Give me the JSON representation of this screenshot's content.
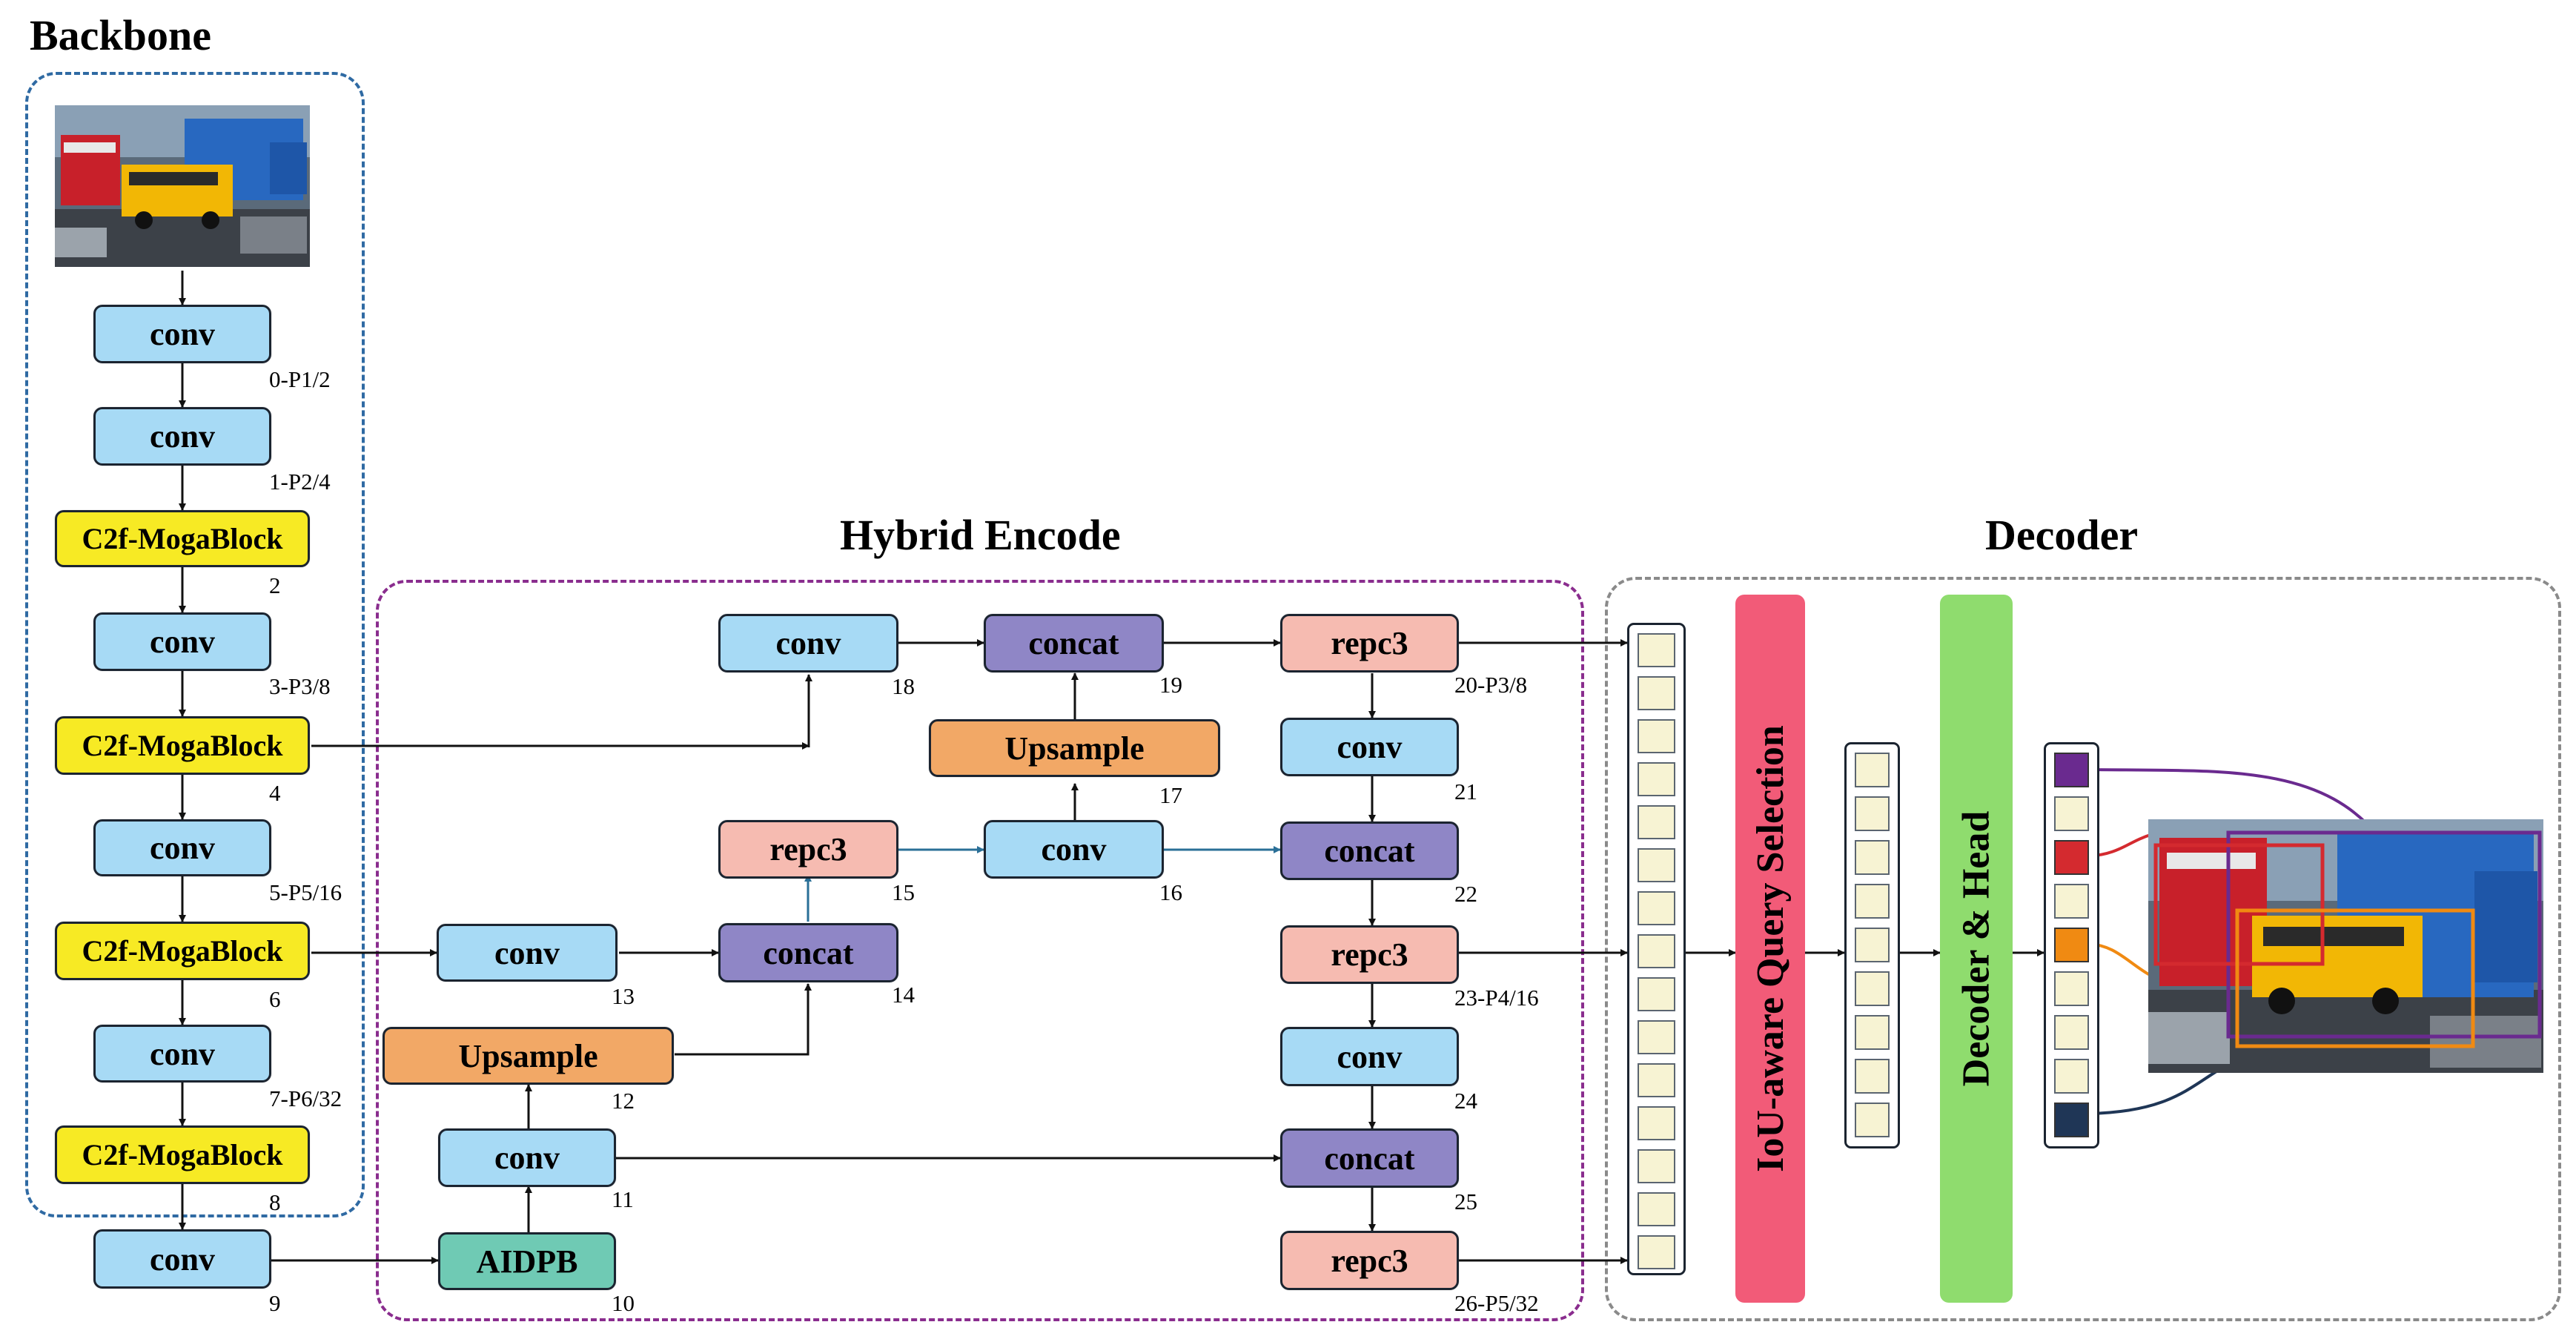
{
  "sections": {
    "backbone": "Backbone",
    "hybrid": "Hybrid Encode",
    "decoder": "Decoder"
  },
  "nodes": {
    "b_conv0": "conv",
    "b_conv1": "conv",
    "b_c2f2": "C2f-MogaBlock",
    "b_conv3": "conv",
    "b_c2f4": "C2f-MogaBlock",
    "b_conv5": "conv",
    "b_c2f6": "C2f-MogaBlock",
    "b_conv7": "conv",
    "b_c2f8": "C2f-MogaBlock",
    "b_conv9": "conv",
    "h_aidpb10": "AIDPB",
    "h_conv11": "conv",
    "h_ups12": "Upsample",
    "h_conv13": "conv",
    "h_concat14": "concat",
    "h_repc3_15": "repc3",
    "h_conv16": "conv",
    "h_ups17": "Upsample",
    "h_conv18": "conv",
    "h_concat19": "concat",
    "h_repc3_20": "repc3",
    "h_conv21": "conv",
    "h_concat22": "concat",
    "h_repc3_23": "repc3",
    "h_conv24": "conv",
    "h_concat25": "concat",
    "h_repc3_26": "repc3"
  },
  "labels": {
    "l0": "0-P1/2",
    "l1": "1-P2/4",
    "l2": "2",
    "l3": "3-P3/8",
    "l4": "4",
    "l5": "5-P5/16",
    "l6": "6",
    "l7": "7-P6/32",
    "l8": "8",
    "l9": "9",
    "l10": "10",
    "l11": "11",
    "l12": "12",
    "l13": "13",
    "l14": "14",
    "l15": "15",
    "l16": "16",
    "l17": "17",
    "l18": "18",
    "l19": "19",
    "l20": "20-P3/8",
    "l21": "21",
    "l22": "22",
    "l23": "23-P4/16",
    "l24": "24",
    "l25": "25",
    "l26": "26-P5/32"
  },
  "decoder": {
    "query_selection": "IoU-aware Query Selection",
    "decoder_head": "Decoder & Head"
  },
  "colors": {
    "conv": "#a7daf5",
    "c2f": "#f7ea24",
    "concat": "#8f86c6",
    "repc3": "#f6bbb1",
    "upsample": "#f2a866",
    "aidpb": "#6fcab4",
    "query_bar": "#f25b78",
    "head_bar": "#8fdc6e",
    "backbone_frame": "#2f6aa3",
    "hybrid_frame": "#8a2d8e",
    "decoder_frame": "#8a8a8a",
    "query_purple": "#6a2a8f",
    "query_red": "#d42a2f",
    "query_orange": "#f08a12",
    "query_navy": "#1f3656"
  },
  "icons": {
    "input_image": "traffic-scene-photo",
    "output_image": "traffic-scene-detections-photo"
  }
}
